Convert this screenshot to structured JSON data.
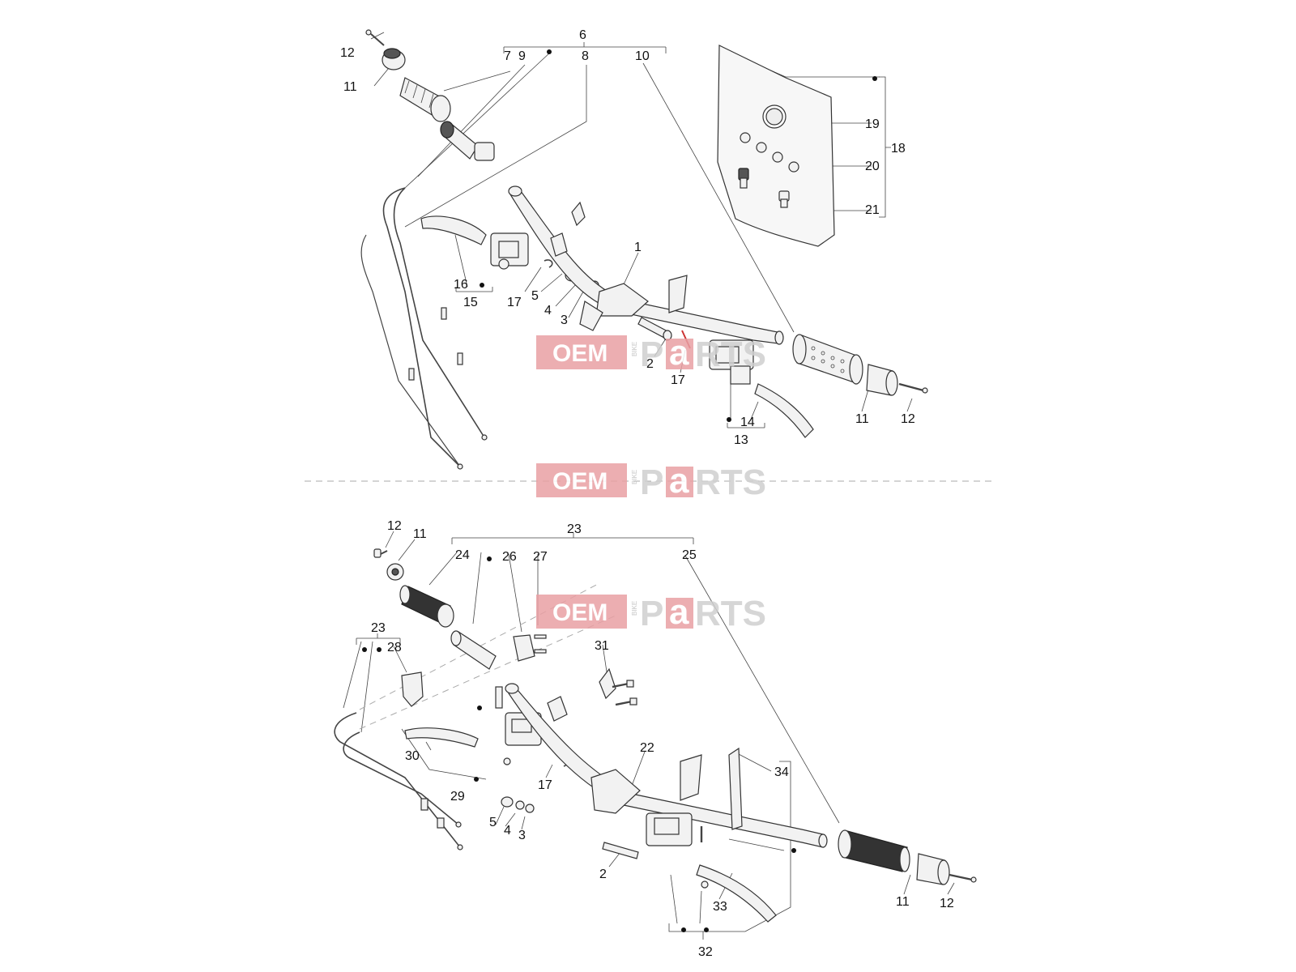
{
  "callouts_top": [
    "1",
    "2",
    "3",
    "4",
    "5",
    "6",
    "7",
    "8",
    "9",
    "10",
    "11",
    "12",
    "13",
    "14",
    "15",
    "16",
    "17",
    "18",
    "19",
    "20",
    "21"
  ],
  "callouts_bottom": [
    "2",
    "3",
    "4",
    "5",
    "11",
    "12",
    "17",
    "22",
    "23",
    "24",
    "25",
    "26",
    "27",
    "28",
    "29",
    "30",
    "31",
    "32",
    "33",
    "34"
  ],
  "watermark": {
    "oem": "OEM",
    "bike": "BIKE",
    "parts_p": "P",
    "parts_a": "a",
    "parts_rest": "RTS"
  }
}
